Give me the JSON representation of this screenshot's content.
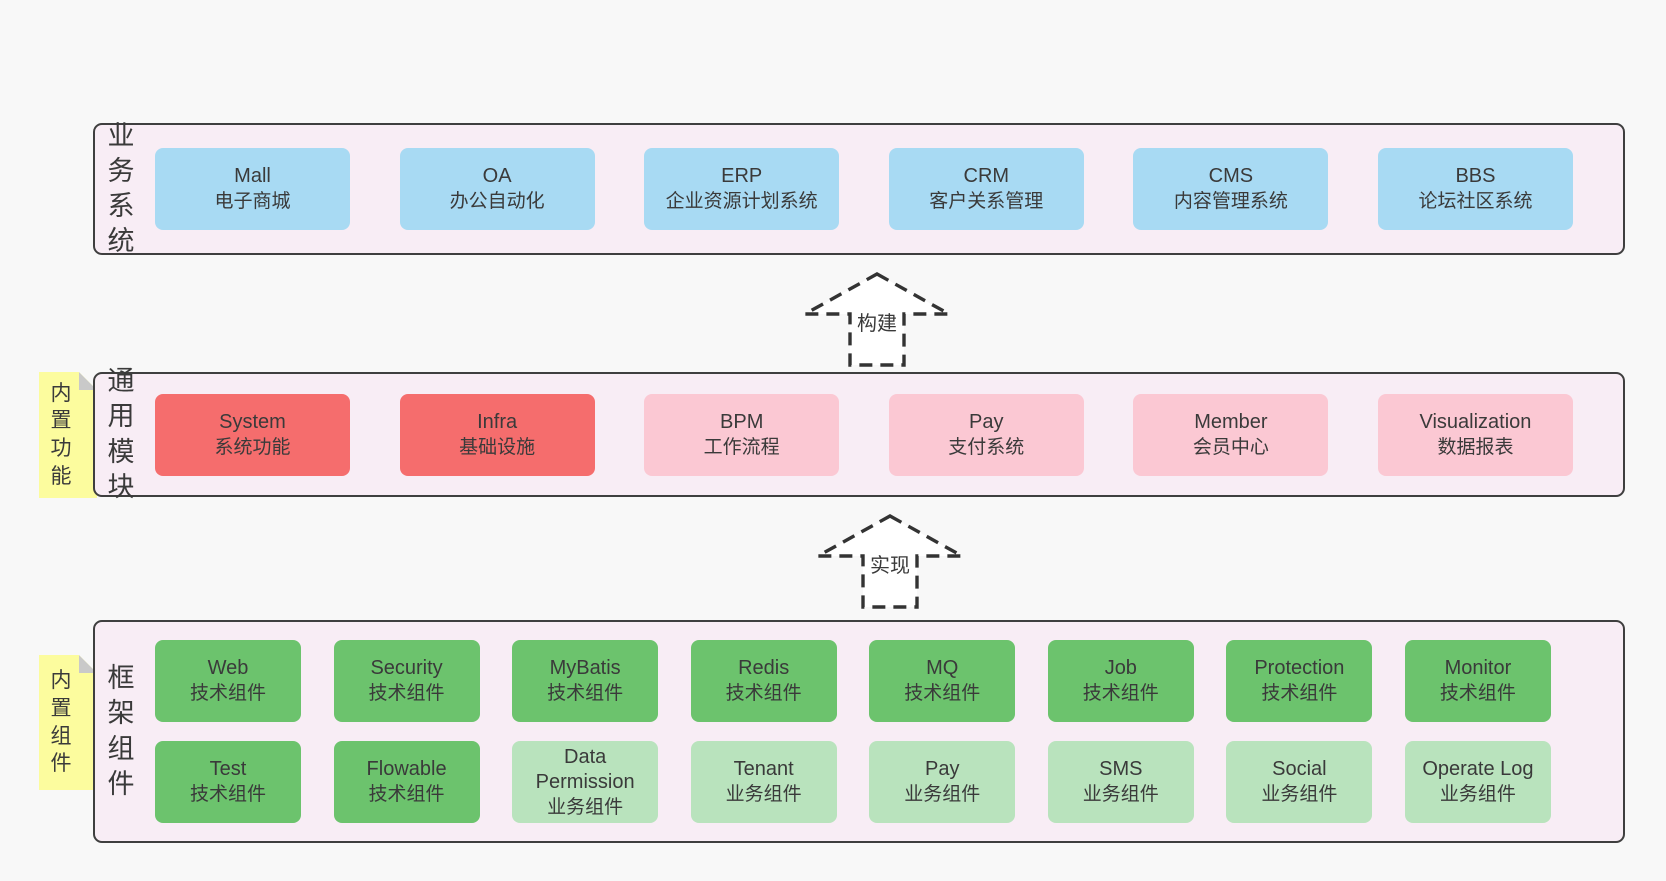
{
  "colors": {
    "page-bg": "#f8f8f8",
    "band-bg": "#f8edf5",
    "band-border": "#3f3f3f",
    "text": "#3a3a3a",
    "blue": "#a8daf3",
    "red": "#f56d6d",
    "pink": "#fbc8d3",
    "green": "#6cc36d",
    "green-light": "#b9e3bd",
    "note-yellow": "#fcfc9e",
    "note-fold": "#c9c9c9",
    "arrow-stroke": "#333333"
  },
  "bands": [
    {
      "label": "业务系统",
      "boxes": [
        {
          "name": "Mall",
          "desc": "电子商城",
          "variant": "blue"
        },
        {
          "name": "OA",
          "desc": "办公自动化",
          "variant": "blue"
        },
        {
          "name": "ERP",
          "desc": "企业资源计划系统",
          "variant": "blue"
        },
        {
          "name": "CRM",
          "desc": "客户关系管理",
          "variant": "blue"
        },
        {
          "name": "CMS",
          "desc": "内容管理系统",
          "variant": "blue"
        },
        {
          "name": "BBS",
          "desc": "论坛社区系统",
          "variant": "blue"
        }
      ]
    },
    {
      "label": "通用模块",
      "note": "内置功能",
      "boxes": [
        {
          "name": "System",
          "desc": "系统功能",
          "variant": "red"
        },
        {
          "name": "Infra",
          "desc": "基础设施",
          "variant": "red"
        },
        {
          "name": "BPM",
          "desc": "工作流程",
          "variant": "pink"
        },
        {
          "name": "Pay",
          "desc": "支付系统",
          "variant": "pink"
        },
        {
          "name": "Member",
          "desc": "会员中心",
          "variant": "pink"
        },
        {
          "name": "Visualization",
          "desc": "数据报表",
          "variant": "pink"
        }
      ]
    },
    {
      "label": "框架组件",
      "note": "内置组件",
      "rows": [
        [
          {
            "name": "Web",
            "desc": "技术组件",
            "variant": "green"
          },
          {
            "name": "Security",
            "desc": "技术组件",
            "variant": "green"
          },
          {
            "name": "MyBatis",
            "desc": "技术组件",
            "variant": "green"
          },
          {
            "name": "Redis",
            "desc": "技术组件",
            "variant": "green"
          },
          {
            "name": "MQ",
            "desc": "技术组件",
            "variant": "green"
          },
          {
            "name": "Job",
            "desc": "技术组件",
            "variant": "green"
          },
          {
            "name": "Protection",
            "desc": "技术组件",
            "variant": "green"
          },
          {
            "name": "Monitor",
            "desc": "技术组件",
            "variant": "green"
          }
        ],
        [
          {
            "name": "Test",
            "desc": "技术组件",
            "variant": "green"
          },
          {
            "name": "Flowable",
            "desc": "技术组件",
            "variant": "green"
          },
          {
            "name": "Data Permission",
            "desc": "业务组件",
            "variant": "green-light"
          },
          {
            "name": "Tenant",
            "desc": "业务组件",
            "variant": "green-light"
          },
          {
            "name": "Pay",
            "desc": "业务组件",
            "variant": "green-light"
          },
          {
            "name": "SMS",
            "desc": "业务组件",
            "variant": "green-light"
          },
          {
            "name": "Social",
            "desc": "业务组件",
            "variant": "green-light"
          },
          {
            "name": "Operate Log",
            "desc": "业务组件",
            "variant": "green-light"
          }
        ]
      ]
    }
  ],
  "arrows": [
    {
      "label": "构建"
    },
    {
      "label": "实现"
    }
  ]
}
